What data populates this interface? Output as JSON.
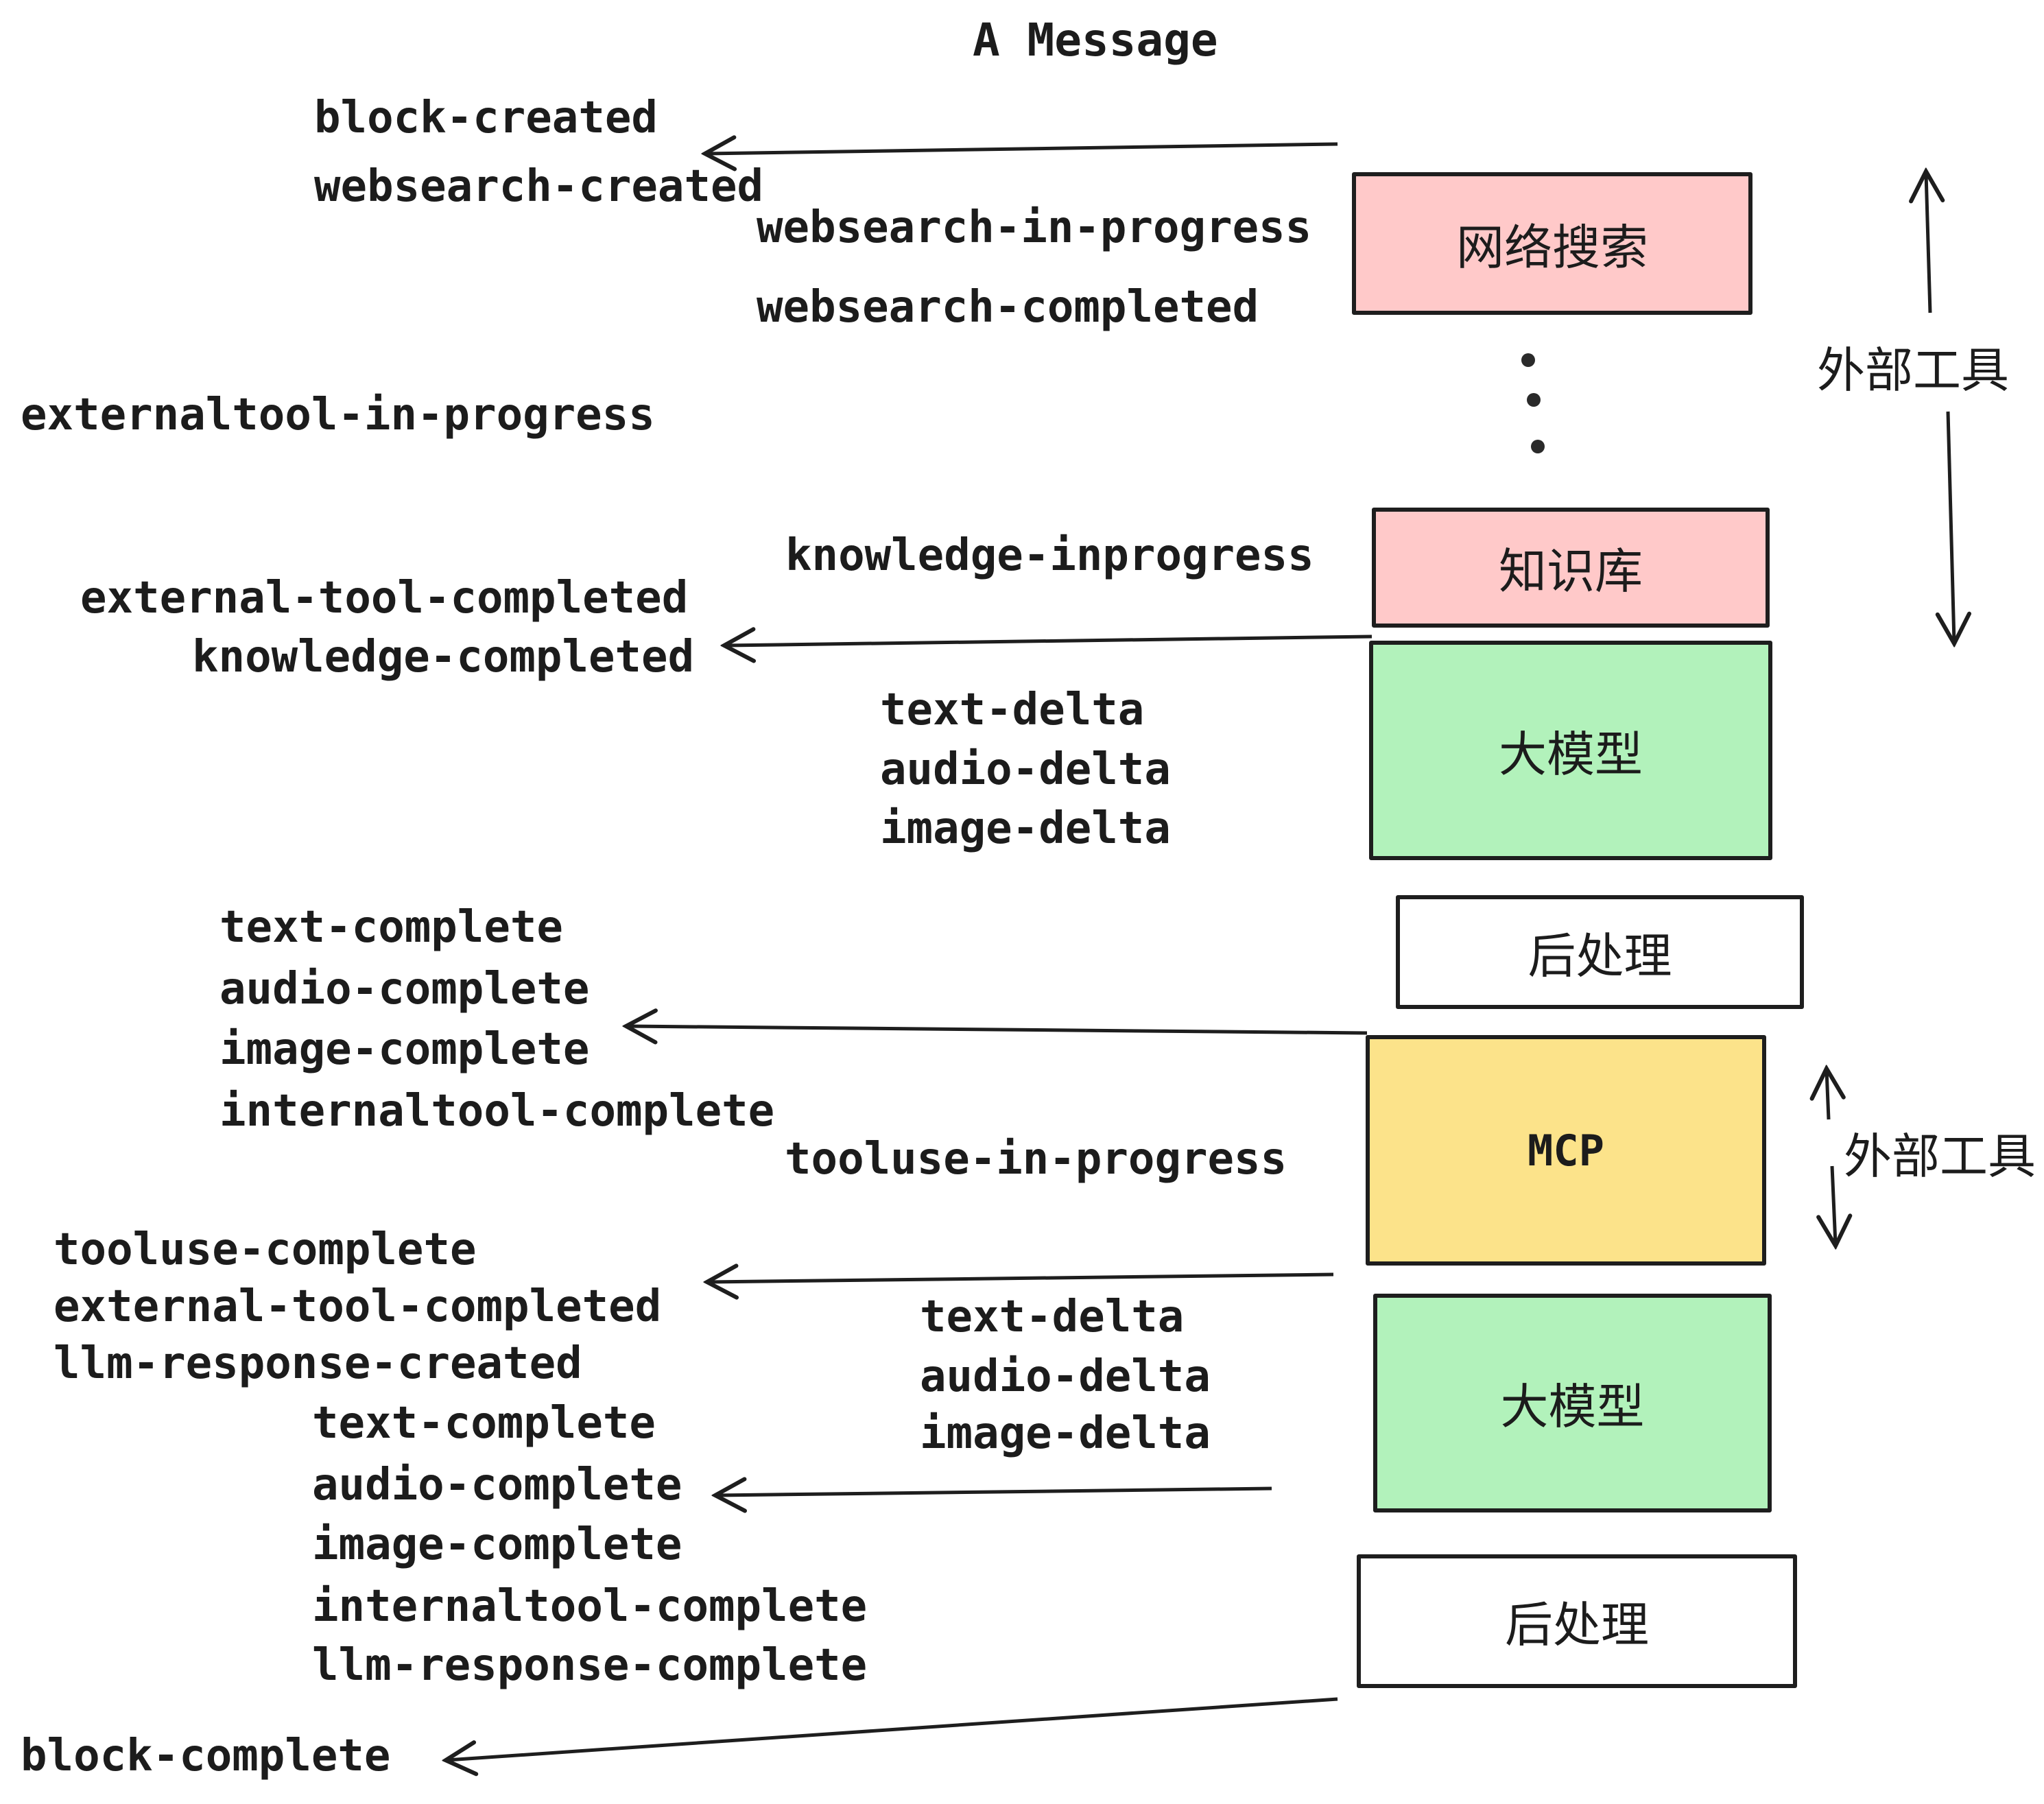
{
  "title": "A Message",
  "events": {
    "block_created": "block-created",
    "websearch_created": "websearch-created",
    "websearch_in_progress": "websearch-in-progress",
    "websearch_completed": "websearch-completed",
    "externaltool_in_progress": "externaltool-in-progress",
    "knowledge_inprogress": "knowledge-inprogress",
    "external_tool_completed_1": "external-tool-completed",
    "knowledge_completed": "knowledge-completed",
    "text_delta_1": "text-delta",
    "audio_delta_1": "audio-delta",
    "image_delta_1": "image-delta",
    "text_complete_1": "text-complete",
    "audio_complete_1": "audio-complete",
    "image_complete_1": "image-complete",
    "internaltool_complete_1": "internaltool-complete",
    "tooluse_in_progress": "tooluse-in-progress",
    "tooluse_complete": "tooluse-complete",
    "external_tool_completed_2": "external-tool-completed",
    "llm_response_created": "llm-response-created",
    "text_complete_2": "text-complete",
    "audio_complete_2": "audio-complete",
    "image_complete_2": "image-complete",
    "internaltool_complete_2": "internaltool-complete",
    "llm_response_complete": "llm-response-complete",
    "block_complete": "block-complete"
  },
  "boxes": {
    "websearch": {
      "label": "网络搜索",
      "fill": "#ffc9c9"
    },
    "knowledge": {
      "label": "知识库",
      "fill": "#ffc9c9"
    },
    "llm1": {
      "label": "大模型",
      "fill": "#b2f2bb"
    },
    "post1": {
      "label": "后处理",
      "fill": "#ffffff"
    },
    "mcp": {
      "label": "MCP",
      "fill": "#fce38a"
    },
    "llm2": {
      "label": "大模型",
      "fill": "#b2f2bb"
    },
    "post2": {
      "label": "后处理",
      "fill": "#ffffff"
    }
  },
  "side_labels": {
    "external_tools_top": "外部工具",
    "external_tools_mid": "外部工具"
  },
  "colors": {
    "stroke": "#1e1e1e",
    "text": "#1c1c1c",
    "pink": "#ffc9c9",
    "green": "#b2f2bb",
    "yellow": "#fce38a",
    "white": "#ffffff"
  }
}
